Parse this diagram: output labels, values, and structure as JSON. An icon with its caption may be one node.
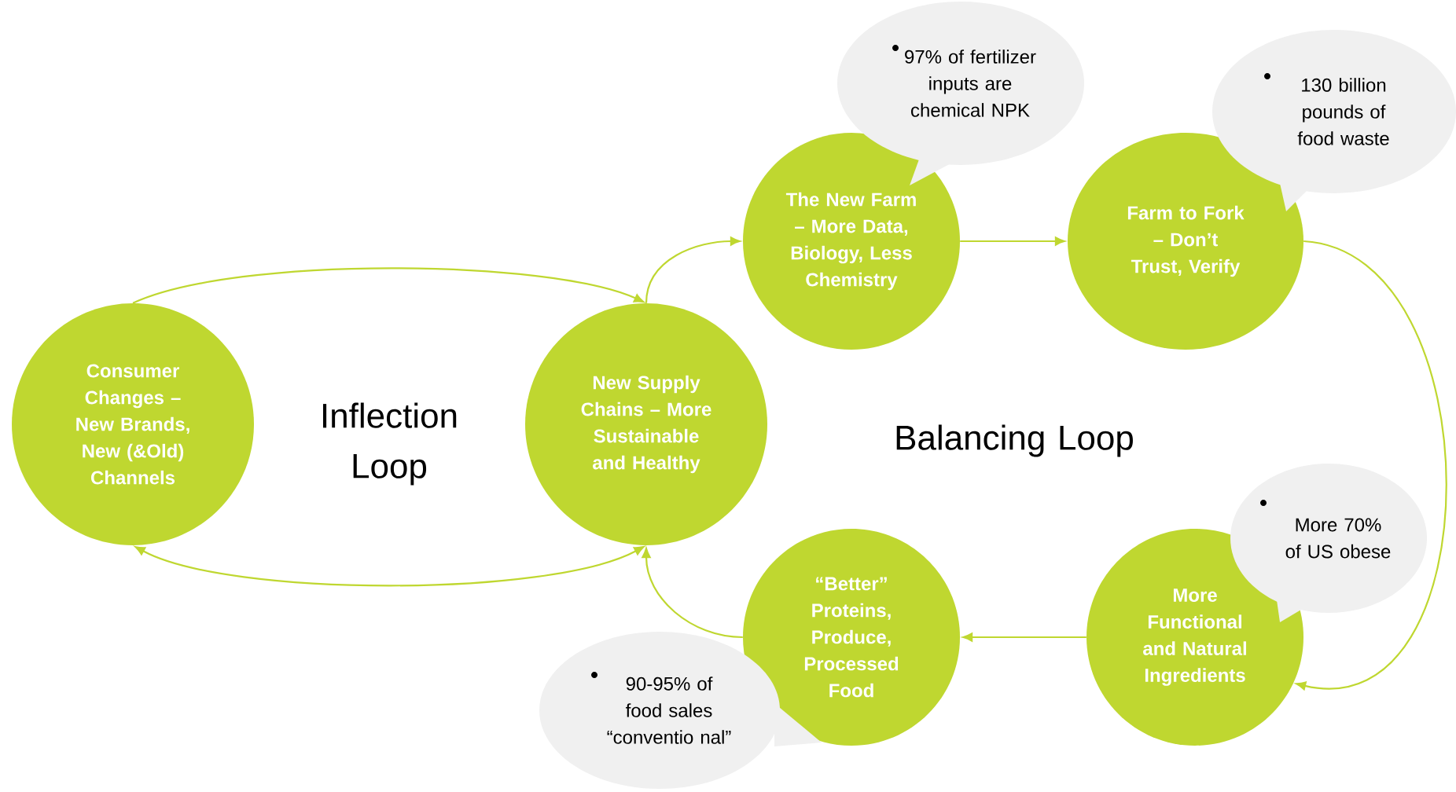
{
  "diagram": {
    "nodes": [
      {
        "text": [
          "Consumer Changes –",
          "New Brands, New (&Old) Channels"
        ]
      },
      {
        "text": [
          "New Supply Chains – More Sustainable and Healthy"
        ]
      },
      {
        "text": [
          "The New Farm – More Data, Biology, Less Chemistry"
        ]
      },
      {
        "text": [
          "Farm to Fork – Don’t Trust, Verify"
        ]
      },
      {
        "text": [
          "More Functional and Natural Ingredients"
        ]
      },
      {
        "text": [
          "“Better” Proteins, Produce, Processed Food"
        ]
      },
      {
        "text": [
          "97% of fertilizer inputs  are chemical NPK"
        ]
      },
      {
        "text": [
          "130 billion pounds of food waste"
        ]
      },
      {
        "text": [
          "More 70% of US obese"
        ]
      },
      {
        "text": [
          "90-95% of food sales “conventio nal”"
        ]
      }
    ],
    "edges": [
      {
        "from": 0,
        "to": 1,
        "arrow": "to"
      },
      {
        "from": 1,
        "to": 0,
        "arrow": "both"
      },
      {
        "from": 1,
        "to": 2,
        "arrow": "to"
      },
      {
        "from": 2,
        "to": 3,
        "arrow": "to"
      },
      {
        "from": 3,
        "to": 4,
        "arrow": "to"
      },
      {
        "from": 4,
        "to": 5,
        "arrow": "to"
      },
      {
        "from": 5,
        "to": 1,
        "arrow": "to"
      }
    ],
    "labels": [
      "Inflection Loop",
      "Balancing Loop"
    ]
  }
}
